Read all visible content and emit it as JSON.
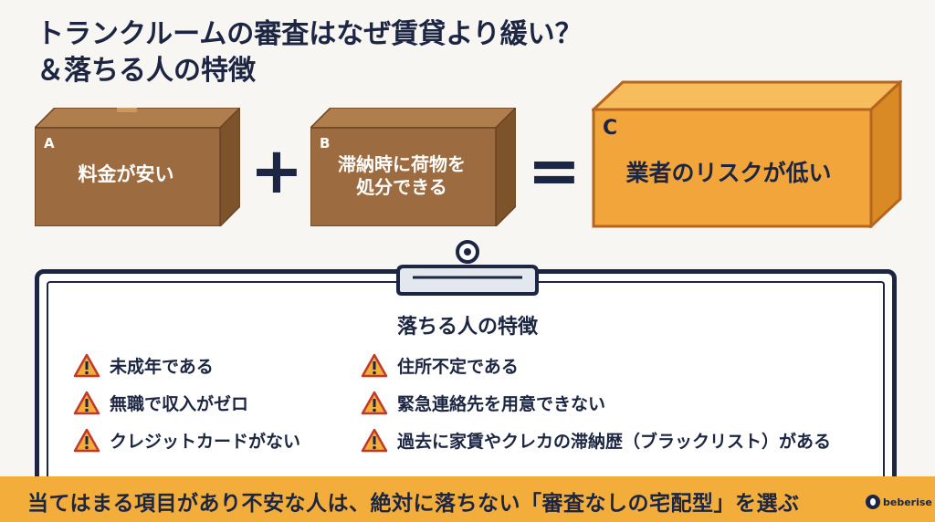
{
  "title": {
    "line1": "トランクルームの審査はなぜ賃貸より緩い？",
    "line2": "＆落ちる人の特徴"
  },
  "boxes": [
    {
      "letter": "A",
      "line1": "料金が安い",
      "line2": ""
    },
    {
      "letter": "B",
      "line1": "滞納時に荷物を",
      "line2": "処分できる"
    },
    {
      "letter": "C",
      "line1": "業者のリスクが低い",
      "line2": ""
    }
  ],
  "operators": {
    "plus": "+",
    "equals": "="
  },
  "colors": {
    "navy": "#1c2541",
    "cardboard": "#9c6b3f",
    "highlight_box": "#f2a53a",
    "banner": "#f2ad3a",
    "warning": "#f2ad3a"
  },
  "checklist": {
    "title": "落ちる人の特徴",
    "icon": "warning-icon",
    "left": [
      "未成年である",
      "無職で収入がゼロ",
      "クレジットカードがない"
    ],
    "right": [
      "住所不定である",
      "緊急連絡先を用意できない",
      "過去に家賃やクレカの滞納歴（ブラックリスト）がある"
    ]
  },
  "banner": {
    "text": "当てはまる項目があり不安な人は、絶対に落ちない「審査なしの宅配型」を選ぶ",
    "logo": "beberise"
  }
}
